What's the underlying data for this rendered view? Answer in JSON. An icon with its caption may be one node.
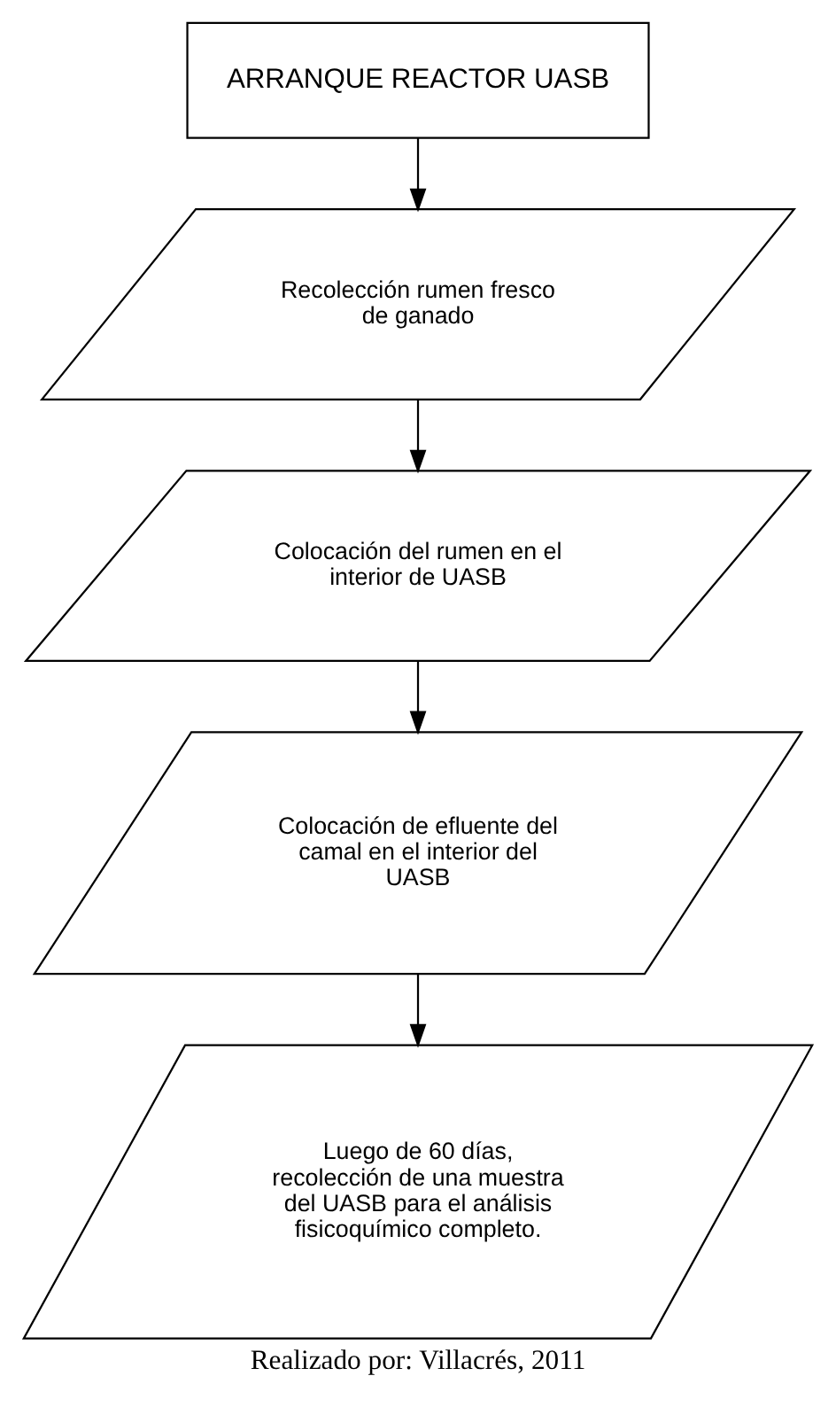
{
  "diagram": {
    "caption": "Realizado por: Villacrés, 2011",
    "nodes": [
      {
        "text": [
          "ARRANQUE REACTOR UASB"
        ]
      },
      {
        "text": [
          "Recolección rumen fresco de ganado"
        ]
      },
      {
        "text": [
          "Colocación del rumen en el interior de UASB"
        ]
      },
      {
        "text": [
          "Colocación de efluente del camal en el interior del UASB"
        ]
      },
      {
        "text": [
          "Luego de 60 días, recolección de una muestra del UASB para el análisis fisicoquímico completo."
        ]
      }
    ],
    "edges": [
      {
        "from": 0,
        "to": 1,
        "arrow": "to"
      },
      {
        "from": 1,
        "to": 2,
        "arrow": "to"
      },
      {
        "from": 2,
        "to": 3,
        "arrow": "to"
      },
      {
        "from": 3,
        "to": 4,
        "arrow": "to"
      }
    ]
  }
}
